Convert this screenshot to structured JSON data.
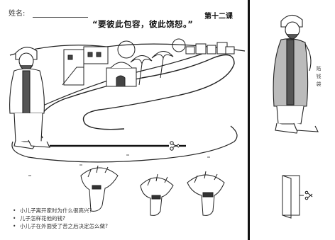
{
  "header": {
    "name_label": "姓名:",
    "verse": "“要彼此包容，彼此饶恕。”",
    "lesson": "第十二课"
  },
  "questions": [
    "小儿子离开家时为什么很高兴?",
    "儿子怎样花他的钱?",
    "小儿子在外面受了苦之后决定怎么做?"
  ],
  "side_label": "贴钱袋"
}
